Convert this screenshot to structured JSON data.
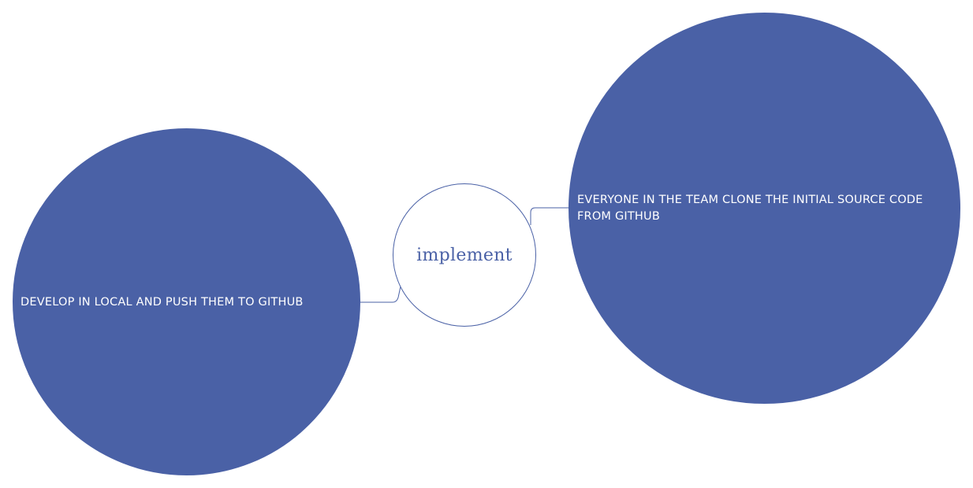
{
  "colors": {
    "node_fill": "#4a61a6",
    "node_border": "#4a61a6",
    "center_border": "#4a61a6",
    "center_text": "#4a61a6",
    "connector": "#4a61a6"
  },
  "center": {
    "label": "implement"
  },
  "branches": [
    {
      "label": "DEVELOP IN LOCAL AND PUSH THEM TO GITHUB"
    },
    {
      "label": "EVERYONE IN THE TEAM CLONE THE INITIAL SOURCE CODE FROM GITHUB"
    }
  ]
}
